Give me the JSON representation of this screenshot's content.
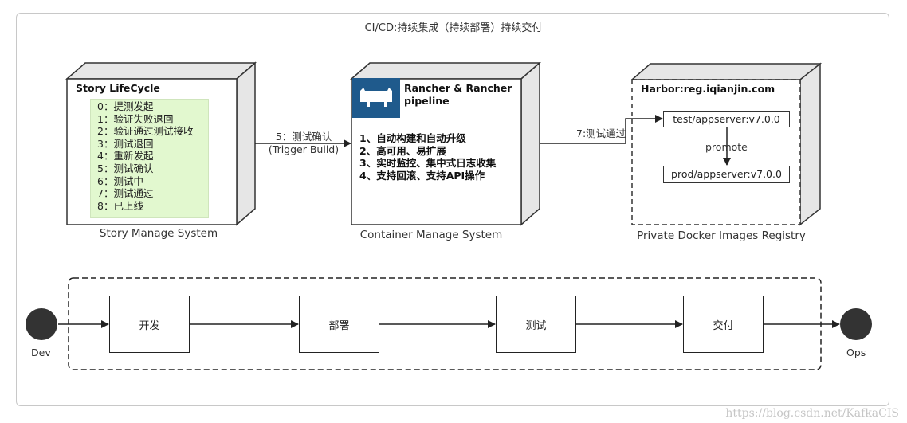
{
  "title": "CI/CD:持续集成（持续部署）持续交付",
  "story": {
    "box_title": "Story LifeCycle",
    "items": [
      "0：提测发起",
      "1：验证失败退回",
      "2：验证通过测试接收",
      "3：测试退回",
      "4：重新发起",
      "5：测试确认",
      "6：测试中",
      "7：测试通过",
      "8：已上线"
    ],
    "caption": "Story Manage System"
  },
  "edge1": {
    "line1": "5：测试确认",
    "line2": "(Trigger Build)"
  },
  "container": {
    "box_title_1": "Rancher & Rancher",
    "box_title_2": "pipeline",
    "features": [
      "1、自动构建和自动升级",
      "2、高可用、易扩展",
      "3、实时监控、集中式日志收集",
      "4、支持回滚、支持API操作"
    ],
    "caption": "Container Manage System"
  },
  "edge2": {
    "label": "7:测试通过"
  },
  "harbor": {
    "box_title": "Harbor:reg.iqianjin.com",
    "test_image": "test/appserver:v7.0.0",
    "promote": "promote",
    "prod_image": "prod/appserver:v7.0.0",
    "caption": "Private Docker Images Registry"
  },
  "flow": {
    "start": "Dev",
    "end": "Ops",
    "steps": [
      "开发",
      "部署",
      "测试",
      "交付"
    ]
  },
  "watermark": "https://blog.csdn.net/KafkaCIS",
  "colors": {
    "lifecycle_bg": "#e2f8cf",
    "logo_bg": "#1f5a8c",
    "cube_side": "#e6e6e6"
  },
  "icons": {
    "logo": "rancher-cow-icon"
  }
}
